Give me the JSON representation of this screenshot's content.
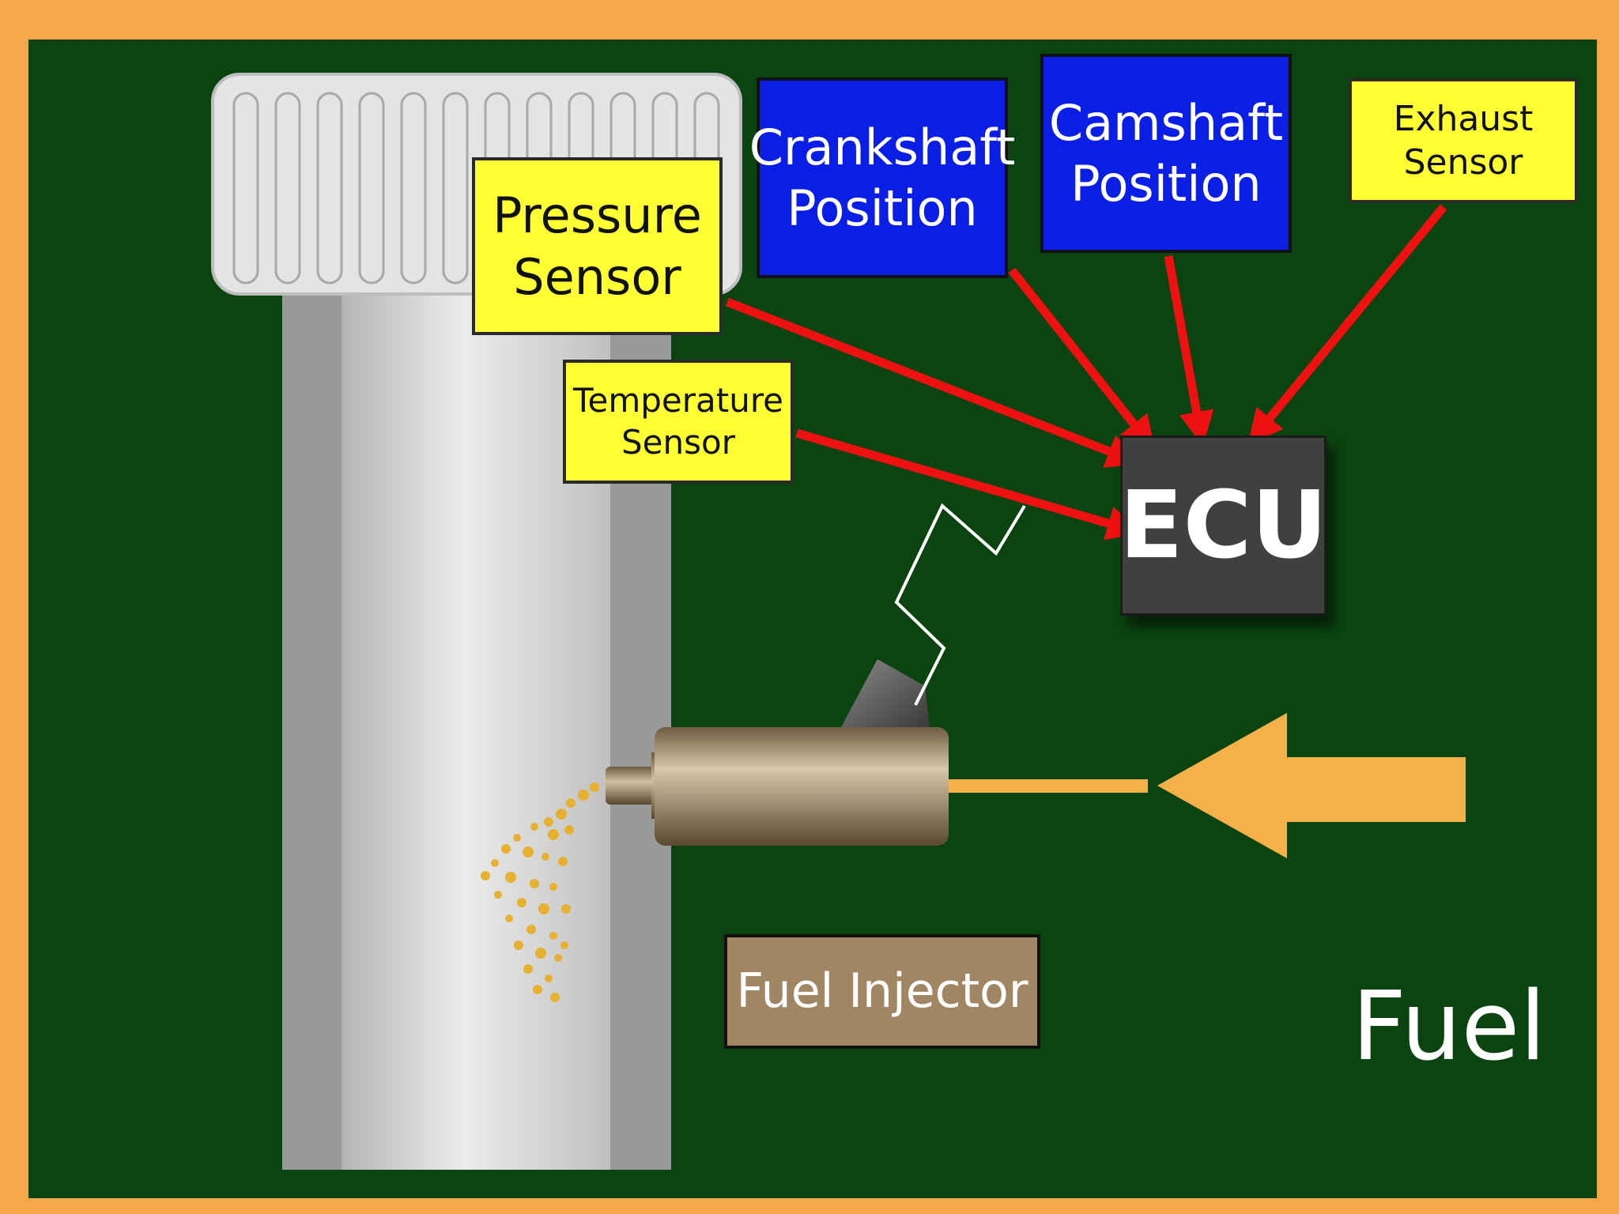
{
  "labels": {
    "pressure_sensor": "Pressure\nSensor",
    "temperature_sensor": "Temperature\nSensor",
    "crankshaft_position": "Crankshaft\nPosition",
    "camshaft_position": "Camshaft\nPosition",
    "exhaust_sensor": "Exhaust\nSensor",
    "ecu": "ECU",
    "fuel_injector": "Fuel Injector",
    "fuel": "Fuel"
  },
  "colors": {
    "background_frame": "#f5a84a",
    "board": "#0b4410",
    "sensor_label": "#ffff33",
    "position_label": "#0b1ee6",
    "signal_arrow": "#ee1111",
    "ecu": "#404040",
    "injector_label": "#a08663",
    "fuel_arrow": "#f5b04a",
    "spray": "#e8b030"
  },
  "icons": [
    "intake-manifold-icon",
    "fuel-injector-icon",
    "fuel-flow-arrow-icon",
    "signal-zigzag-icon",
    "fuel-spray-icon"
  ]
}
